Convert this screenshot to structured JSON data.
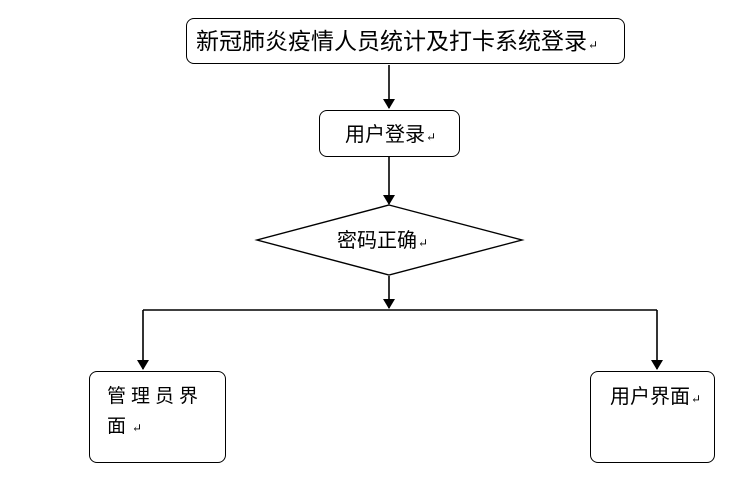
{
  "nodes": {
    "title": {
      "label": "新冠肺炎疫情人员统计及打卡系统登录"
    },
    "login": {
      "label": "用户登录"
    },
    "decision": {
      "label": "密码正确"
    },
    "admin": {
      "line1": "管理员界",
      "line2": "面"
    },
    "user": {
      "label": "用户界面"
    }
  },
  "paragraph_mark": "↵"
}
